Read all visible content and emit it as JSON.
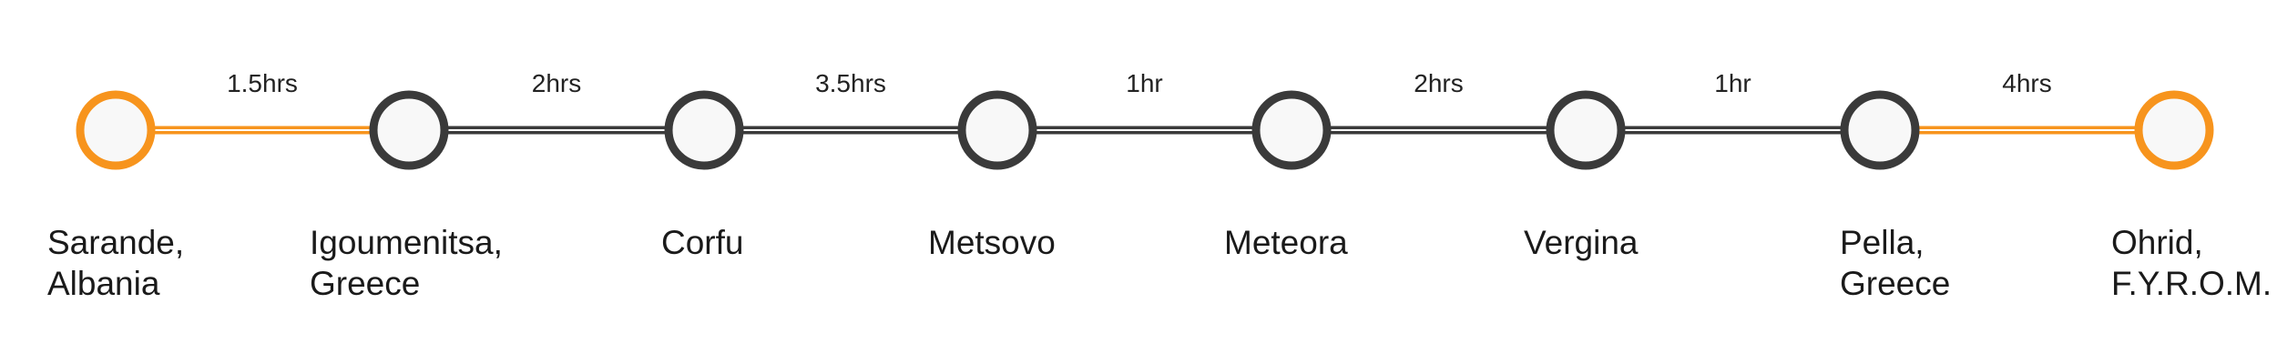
{
  "colors": {
    "endpoint": "#F7941D",
    "stop": "#3A3A3A",
    "node_fill": "#F8F8F8",
    "segment_end": "#F7941D",
    "segment_mid": "#3A3A3A",
    "rail_highlight": "#FFFFFF"
  },
  "stops": [
    {
      "name_line1": "Sarande,",
      "name_line2": "Albania",
      "kind": "endpoint"
    },
    {
      "name_line1": "Igoumenitsa,",
      "name_line2": "Greece",
      "kind": "stop"
    },
    {
      "name_line1": "Corfu",
      "name_line2": "",
      "kind": "stop"
    },
    {
      "name_line1": "Metsovo",
      "name_line2": "",
      "kind": "stop"
    },
    {
      "name_line1": "Meteora",
      "name_line2": "",
      "kind": "stop"
    },
    {
      "name_line1": "Vergina",
      "name_line2": "",
      "kind": "stop"
    },
    {
      "name_line1": "Pella,",
      "name_line2": "Greece",
      "kind": "stop"
    },
    {
      "name_line1": "Ohrid,",
      "name_line2": "F.Y.R.O.M.",
      "kind": "endpoint"
    }
  ],
  "segments": [
    {
      "duration": "1.5hrs",
      "kind": "endpoint"
    },
    {
      "duration": "2hrs",
      "kind": "mid"
    },
    {
      "duration": "3.5hrs",
      "kind": "mid"
    },
    {
      "duration": "1hr",
      "kind": "mid"
    },
    {
      "duration": "2hrs",
      "kind": "mid"
    },
    {
      "duration": "1hr",
      "kind": "mid"
    },
    {
      "duration": "4hrs",
      "kind": "endpoint"
    }
  ]
}
